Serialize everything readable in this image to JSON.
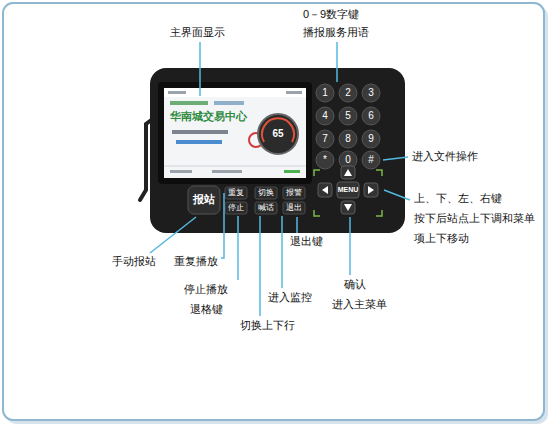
{
  "diagram": {
    "labels": [
      "主界面显示",
      "0－9数字键",
      "播报服务用语",
      "进入文件操作",
      "上、下、左、右键",
      "按下后站点上下调和菜单项上下移动",
      "手动报站",
      "重复播放",
      "停止播放",
      "退格键",
      "退出键",
      "进入监控",
      "切换上下行",
      "确认",
      "进入主菜单",
      "报站",
      "重复",
      "停止",
      "切换",
      "喊话",
      "报警",
      "退出",
      "MENU",
      "1",
      "2",
      "3",
      "4",
      "5",
      "6",
      "7",
      "8",
      "9",
      "*",
      "0",
      "#",
      "华南城交易中心",
      "65"
    ]
  }
}
